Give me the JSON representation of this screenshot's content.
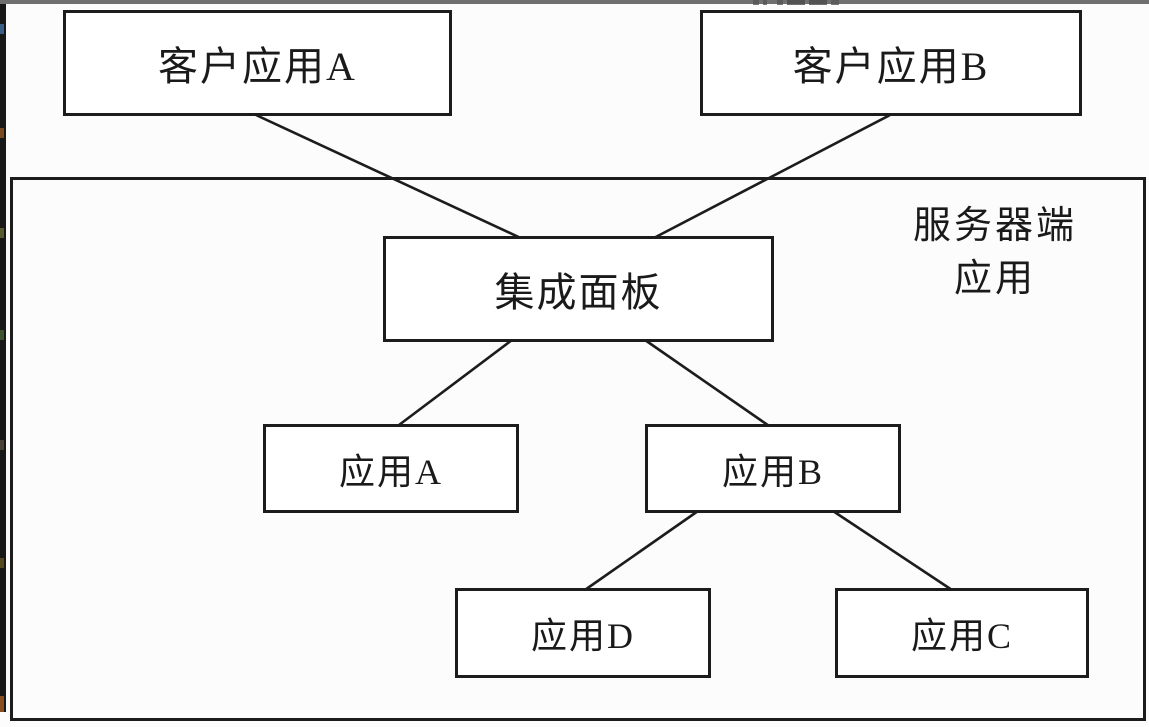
{
  "diagram": {
    "nodes": {
      "client_a": {
        "label": "客户应用A"
      },
      "client_b": {
        "label": "客户应用B"
      },
      "panel": {
        "label": "集成面板"
      },
      "app_a": {
        "label": "应用A"
      },
      "app_b": {
        "label": "应用B"
      },
      "app_d": {
        "label": "应用D"
      },
      "app_c": {
        "label": "应用C"
      }
    },
    "server_group_label": {
      "line1": "服务器端",
      "line2": "应用"
    },
    "edges": [
      {
        "from": "client_a",
        "to": "panel"
      },
      {
        "from": "client_b",
        "to": "panel"
      },
      {
        "from": "panel",
        "to": "app_a"
      },
      {
        "from": "panel",
        "to": "app_b"
      },
      {
        "from": "app_b",
        "to": "app_d"
      },
      {
        "from": "app_b",
        "to": "app_c"
      }
    ],
    "colors": {
      "line": "#1c1c1c",
      "box_border": "#1c1c1c",
      "box_fill": "#ffffff",
      "background": "#fcfcfc",
      "top_bar": "#6f6f6f",
      "left_strip": "#181818",
      "text": "#1a1a1a"
    }
  }
}
